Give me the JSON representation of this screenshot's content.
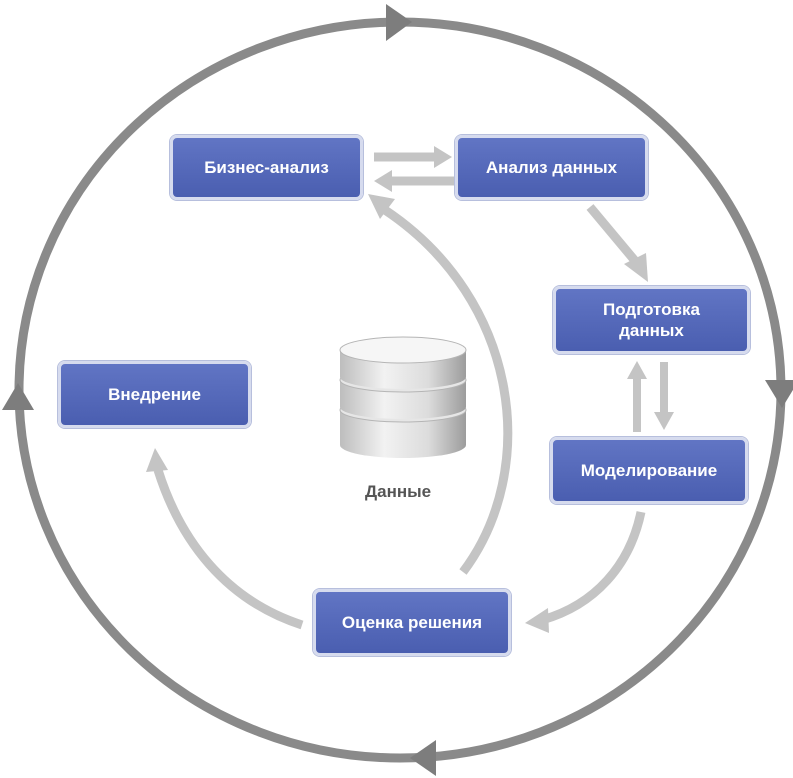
{
  "diagram": {
    "title": "",
    "nodes": {
      "business_analysis": "Бизнес-анализ",
      "data_analysis": "Анализ данных",
      "data_preparation_line1": "Подготовка",
      "data_preparation_line2": "данных",
      "modeling": "Моделирование",
      "evaluation": "Оценка решения",
      "deployment": "Внедрение"
    },
    "center_label": "Данные",
    "center_icon": "database-cylinder-icon",
    "colors": {
      "node_fill": "#5467b8",
      "node_border": "#d6dbee",
      "outer_cycle": "#8a8a8a",
      "inner_arrows": "#c4c4c4"
    }
  }
}
